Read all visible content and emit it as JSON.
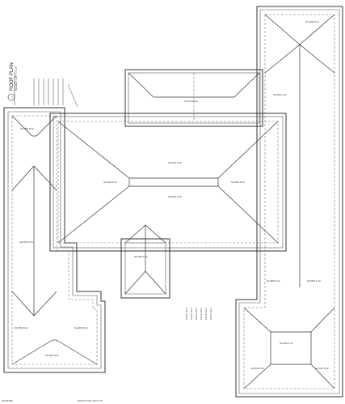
{
  "drawing": {
    "title": "ROOF PLAN",
    "scale": "SCALE: 1/8\" = 1'-0\"",
    "detail_number": "1",
    "footer_left": "EXISTING",
    "footer_center": "ROOF PLAN 1/8\"=1'-0\""
  },
  "slope_labels": {
    "main_left": "SLOPE 5:12",
    "main_center_a": "SLOPE 5:12",
    "main_center_b": "SLOPE 5:12",
    "main_right": "SLOPE 5:12",
    "left_wing_top": "SLOPE 5:12",
    "left_wing_mid": "SLOPE 5:12",
    "left_wing_bot_l": "SLOPE 5:12",
    "left_wing_bot_r": "SLOPE 5:12",
    "left_wing_bottom": "SLOPE 5:12",
    "right_wing_top": "SLOPE 5:12",
    "right_wing_upper": "SLOPE 5:12",
    "right_wing_mid_l": "SLOPE 5:12",
    "right_wing_mid_r": "SLOPE 5:12",
    "right_wing_bot": "SLOPE 5:12",
    "right_wing_bot_l": "SLOPE 5:12",
    "right_wing_bot_r": "SLOPE 5:12",
    "flat_roof": "FLAT ROOF",
    "center_porch": "SLOPE 5:12"
  },
  "vent_notes": [
    "ROOF VENT",
    "ROOF VENT",
    "ROOF VENT",
    "ROOF VENT",
    "ROOF VENT",
    "ROOF VENT"
  ]
}
